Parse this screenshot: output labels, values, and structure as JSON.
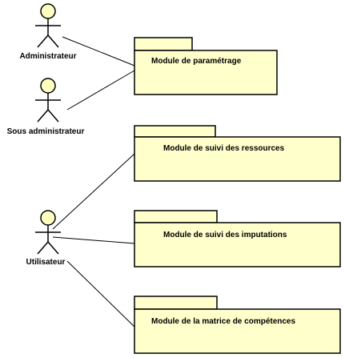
{
  "diagram": {
    "actors": [
      {
        "id": "admin",
        "label": "Administrateur"
      },
      {
        "id": "sousadmin",
        "label": "Sous administrateur"
      },
      {
        "id": "user",
        "label": "Utilisateur"
      }
    ],
    "packages": [
      {
        "id": "param",
        "label": "Module de paramétrage"
      },
      {
        "id": "ressources",
        "label": "Module de suivi des ressources"
      },
      {
        "id": "imputations",
        "label": "Module de suivi des imputations"
      },
      {
        "id": "competences",
        "label": "Module de la matrice de compétences"
      }
    ],
    "colors": {
      "actor_fill": "#FFFFC0",
      "package_fill": "#FFFFCC",
      "line": "#000000",
      "background": "#FFFFFF"
    }
  }
}
